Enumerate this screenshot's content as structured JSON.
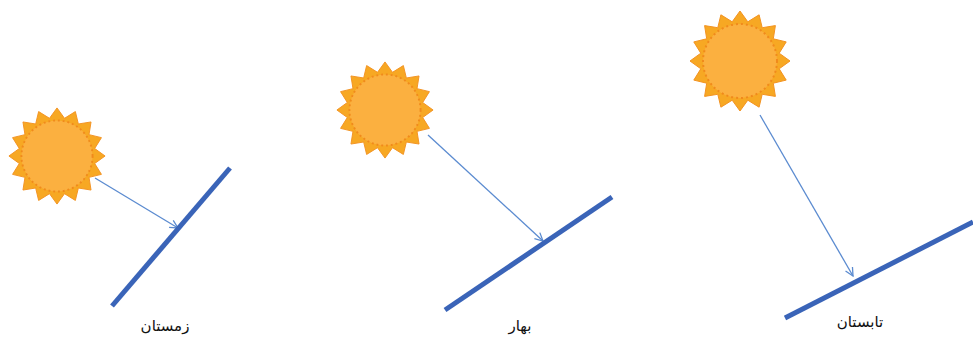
{
  "diagram": {
    "labels": [
      "زمستان",
      "بهار",
      "تابستان"
    ]
  }
}
